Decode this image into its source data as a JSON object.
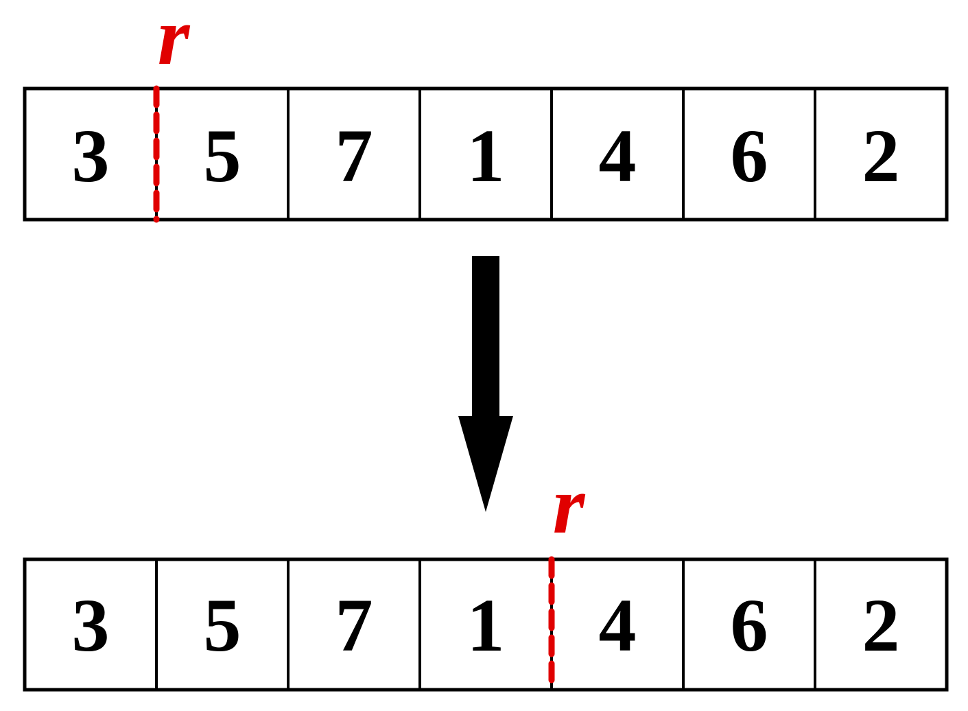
{
  "top_array": {
    "values": [
      "3",
      "5",
      "7",
      "1",
      "4",
      "6",
      "2"
    ],
    "marker_label": "r",
    "marker_after_index": 0
  },
  "bottom_array": {
    "values": [
      "3",
      "5",
      "7",
      "1",
      "4",
      "6",
      "2"
    ],
    "marker_label": "r",
    "marker_after_index": 3
  },
  "colors": {
    "stroke": "#000000",
    "marker": "#e00000",
    "arrow": "#000000"
  },
  "icons": {
    "transition": "arrow-down-icon"
  }
}
